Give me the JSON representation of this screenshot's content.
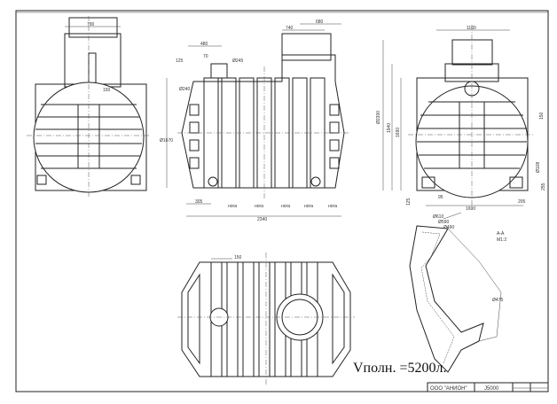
{
  "left_view": {
    "dims": [
      "790",
      "150"
    ]
  },
  "side_view": {
    "dims": [
      "480",
      "125",
      "70",
      "Ø245",
      "Ø240",
      "740",
      "680",
      "Ø1670",
      "305",
      "2340"
    ],
    "leg_labels": [
      "нога",
      "нога",
      "нога",
      "нога",
      "нога"
    ]
  },
  "front_view": {
    "dims": [
      "1100",
      "Ø2300",
      "1940",
      "1690",
      "150",
      "Ø108",
      "255",
      "125",
      "95",
      "205",
      "1690"
    ]
  },
  "plan_view": {
    "dims": [
      "150"
    ]
  },
  "section": {
    "label": "А-А",
    "scale": "М1:2",
    "dims": [
      "Ø610",
      "Ø590",
      "Ø490",
      "Ø475"
    ]
  },
  "volume_note": "Vполн. =5200л.",
  "title_block": {
    "company": "ООО \"АНИОН\"",
    "code": "J5000"
  }
}
